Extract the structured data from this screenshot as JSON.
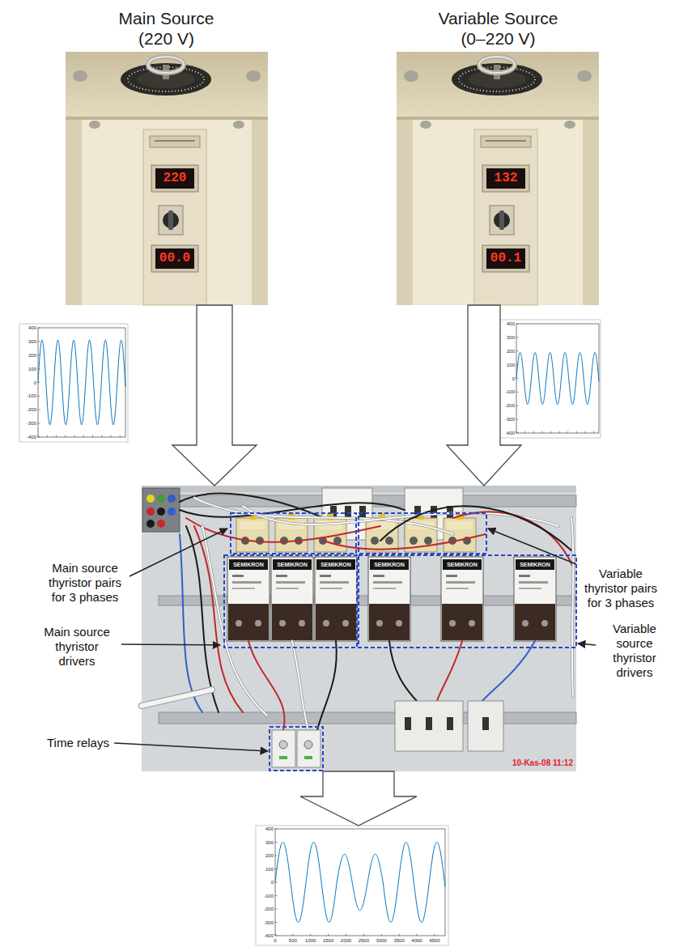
{
  "diagram": {
    "nodes": [
      {
        "text": [
          "Main Source (220 V)",
          "220",
          "00.0"
        ]
      },
      {
        "text": [
          "Variable Source (0–220 V)",
          "132",
          "00.1"
        ]
      },
      {
        "text": [
          "400",
          "300",
          "200",
          "100",
          "0",
          "-100",
          "-200",
          "-300",
          "-400"
        ]
      },
      {
        "text": [
          "400",
          "300",
          "200",
          "100",
          "0",
          "-100",
          "-200",
          "-300",
          "-400"
        ]
      },
      {
        "text": [
          "SEMIKRON",
          "SEMIKRON",
          "SEMIKRON",
          "SEMIKRON",
          "SEMIKRON",
          "SEMIKRON"
        ]
      },
      {
        "text": [
          "400",
          "300",
          "200",
          "100",
          "0",
          "-100",
          "-200",
          "-300",
          "-400",
          "0",
          "500",
          "1000",
          "1500",
          "2000",
          "2500",
          "3000",
          "3500",
          "4000",
          "4500"
        ]
      }
    ],
    "edges": [
      {
        "from": 0,
        "to": 4,
        "arrow": "to"
      },
      {
        "from": 1,
        "to": 4,
        "arrow": "to"
      },
      {
        "from": 4,
        "to": 5,
        "arrow": "to"
      }
    ],
    "labels": [
      "Main source thyristor pairs for 3 phases",
      "Variable thyristor pairs for 3 phases",
      "Main source thyristor drivers",
      "Variable source thyristor drivers",
      "Time relays",
      "10-Kas-08 11:12"
    ]
  }
}
